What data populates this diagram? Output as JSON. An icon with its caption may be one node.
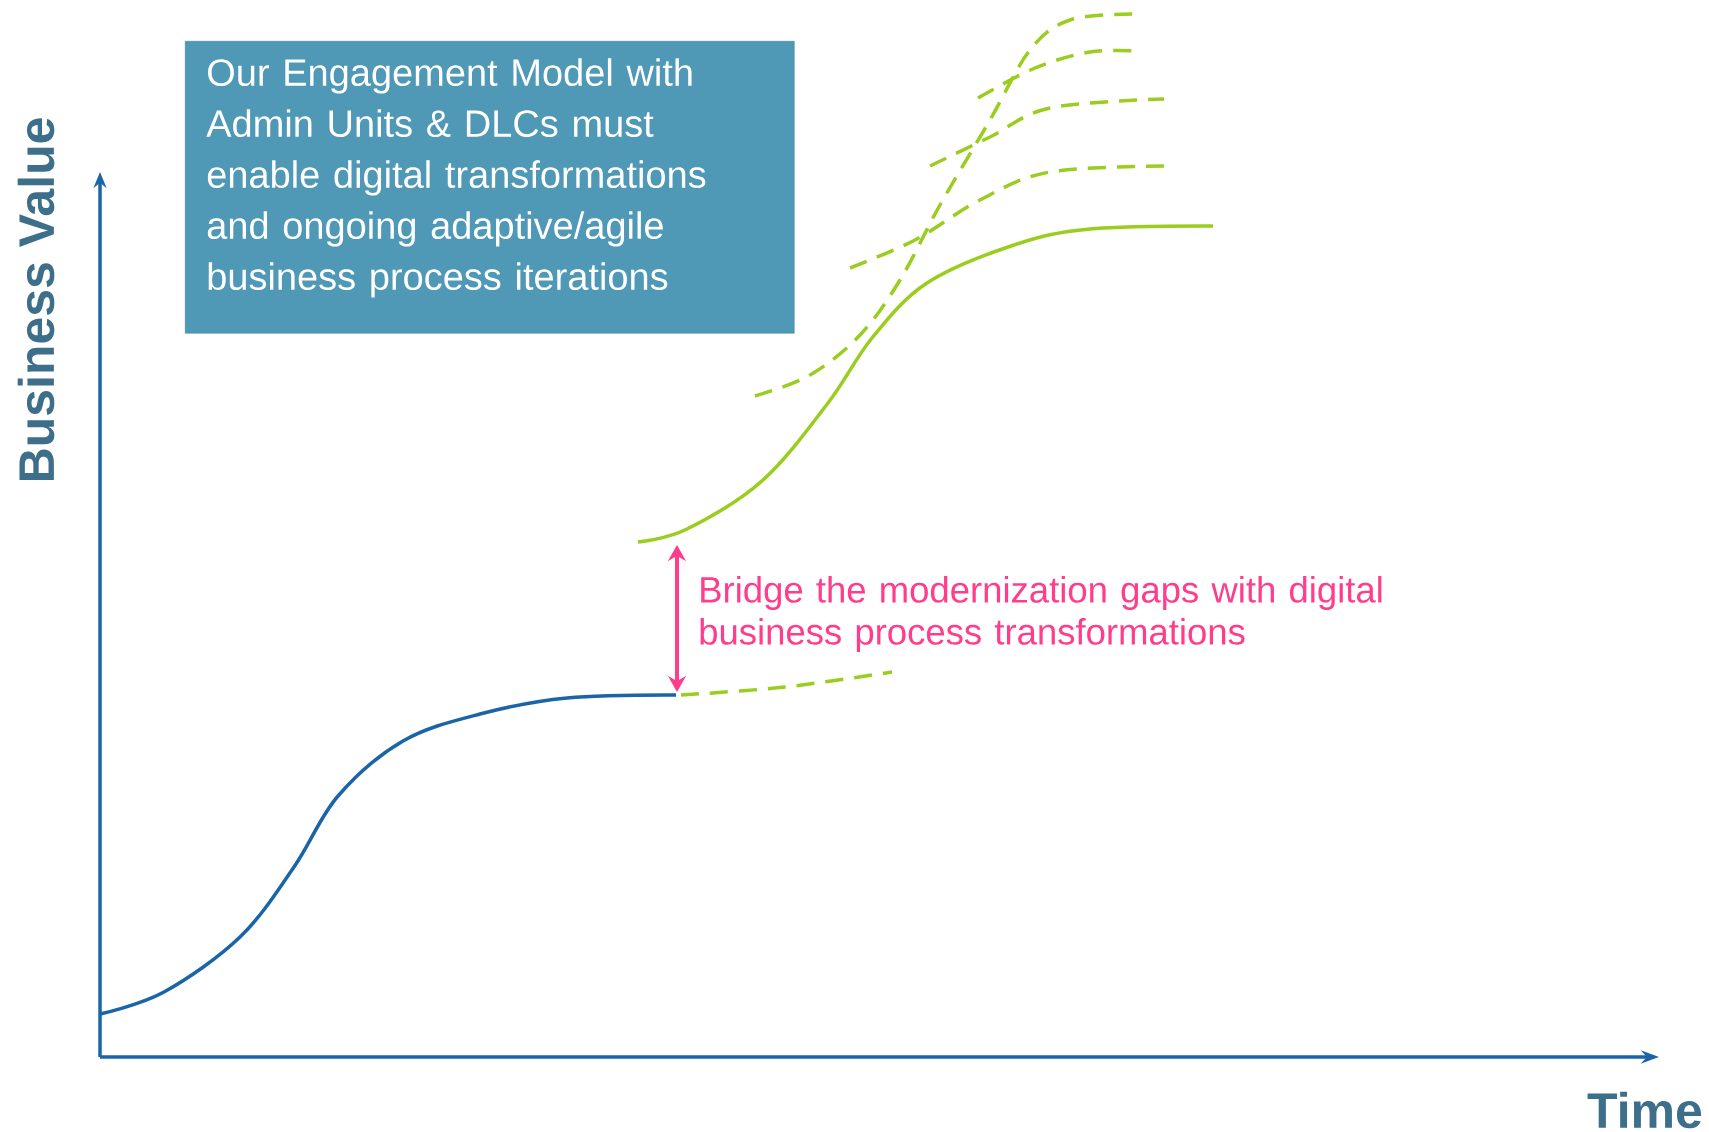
{
  "diagram": {
    "nodes": [
      {
        "text": [
          "Our Engagement Model with Admin Units & DLCs must enable digital transformations and ongoing adaptive/agile business process iterations"
        ]
      }
    ],
    "labels": [
      "Business Value",
      "Time",
      "Bridge the modernization gaps with digital business process transformations"
    ]
  }
}
